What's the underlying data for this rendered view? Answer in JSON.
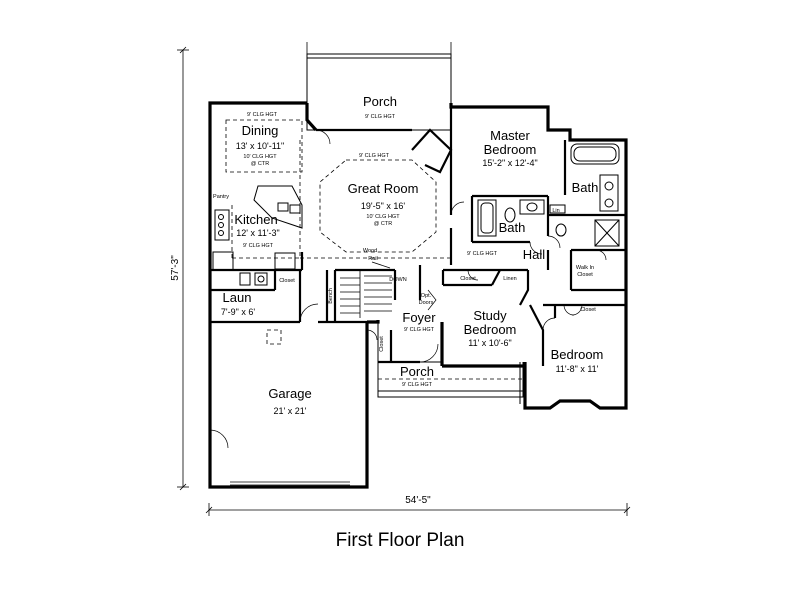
{
  "title": "First Floor Plan",
  "dimensions": {
    "width": "54'-5\"",
    "depth": "57'-3\""
  },
  "rooms": {
    "porch_back": {
      "name": "Porch",
      "note": "9' CLG HGT"
    },
    "dining": {
      "name": "Dining",
      "size": "13' x 10'-11\"",
      "note_top": "9' CLG HGT",
      "note_a": "10' CLG HGT",
      "note_b": "@ CTR"
    },
    "great_room": {
      "name": "Great Room",
      "size": "19'-5\" x 16'",
      "note_top": "9' CLG HGT",
      "note_a": "10' CLG HGT",
      "note_b": "@ CTR"
    },
    "master": {
      "name_a": "Master",
      "name_b": "Bedroom",
      "size": "15'-2\" x 12'-4\""
    },
    "bath_master": {
      "name": "Bath"
    },
    "lin_master": {
      "name": "Lin"
    },
    "bath_hall": {
      "name": "Bath"
    },
    "kitchen": {
      "name": "Kitchen",
      "size": "12' x 11'-3\"",
      "note": "9' CLG HGT",
      "pantry": "Pantry"
    },
    "hall": {
      "name": "Hall",
      "note": "9' CLG HGT"
    },
    "walkin": {
      "name_a": "Walk In",
      "name_b": "Closet"
    },
    "closet_laun": {
      "name": "Closet"
    },
    "laundry": {
      "name": "Laun",
      "size": "7'-9\" x 6'"
    },
    "bench": {
      "name": "Bench"
    },
    "stair": {
      "down": "DOWN",
      "wood_rail_a": "Wood",
      "wood_rail_b": "Rail"
    },
    "closet_study": {
      "name": "Closet"
    },
    "linen_hall": {
      "name": "Linen"
    },
    "opt_doors": {
      "a": "Opt.",
      "b": "Doors"
    },
    "foyer": {
      "name": "Foyer",
      "note": "9' CLG HGT"
    },
    "closet_foyer": {
      "name": "Closet"
    },
    "study": {
      "name_a": "Study",
      "name_b": "Bedroom",
      "size": "11' x 10'-6\""
    },
    "closet_bed": {
      "name": "Closet"
    },
    "bedroom": {
      "name": "Bedroom",
      "size": "11'-8\" x 11'"
    },
    "porch_front": {
      "name": "Porch",
      "note": "9' CLG HGT"
    },
    "garage": {
      "name": "Garage",
      "size": "21' x 21'"
    }
  }
}
